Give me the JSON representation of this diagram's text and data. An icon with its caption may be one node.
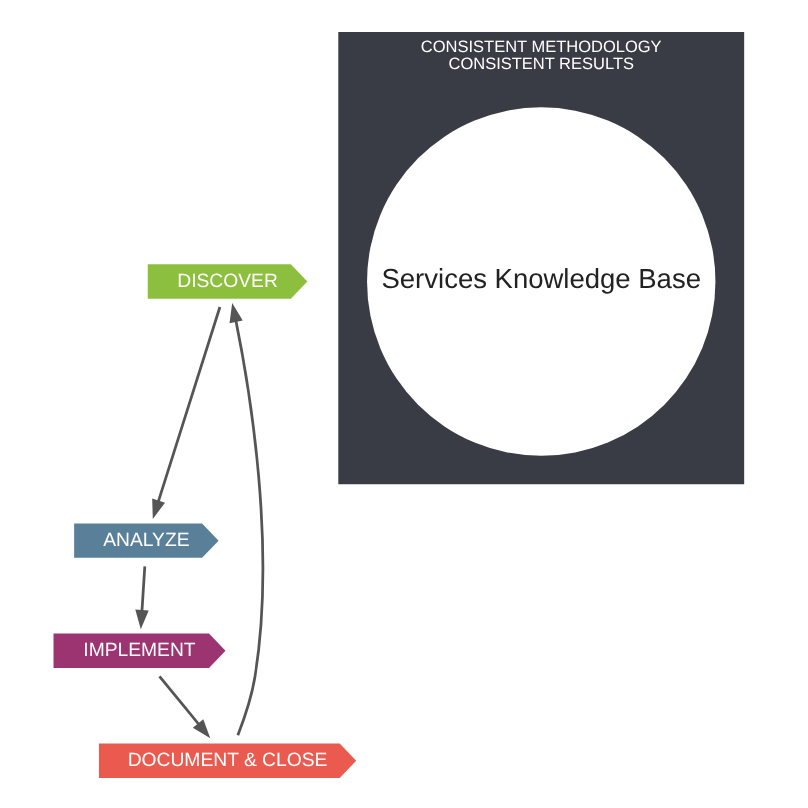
{
  "diagram": {
    "nodes": [
      {
        "text": [
          "DISCOVER"
        ]
      },
      {
        "text": [
          "ANALYZE"
        ]
      },
      {
        "text": [
          "IMPLEMENT"
        ]
      },
      {
        "text": [
          "DOCUMENT & CLOSE"
        ]
      },
      {
        "text": [
          "CONSISTENT METHODOLOGY",
          "CONSISTENT RESULTS"
        ]
      },
      {
        "text": [
          "Services Knowledge Base"
        ],
        "in": 4
      }
    ],
    "edges": [
      {
        "from": 0,
        "to": 1,
        "arrow": "to"
      },
      {
        "from": 1,
        "to": 2,
        "arrow": "to"
      },
      {
        "from": 2,
        "to": 3,
        "arrow": "to"
      },
      {
        "from": 3,
        "to": 0,
        "arrow": "to"
      }
    ]
  }
}
